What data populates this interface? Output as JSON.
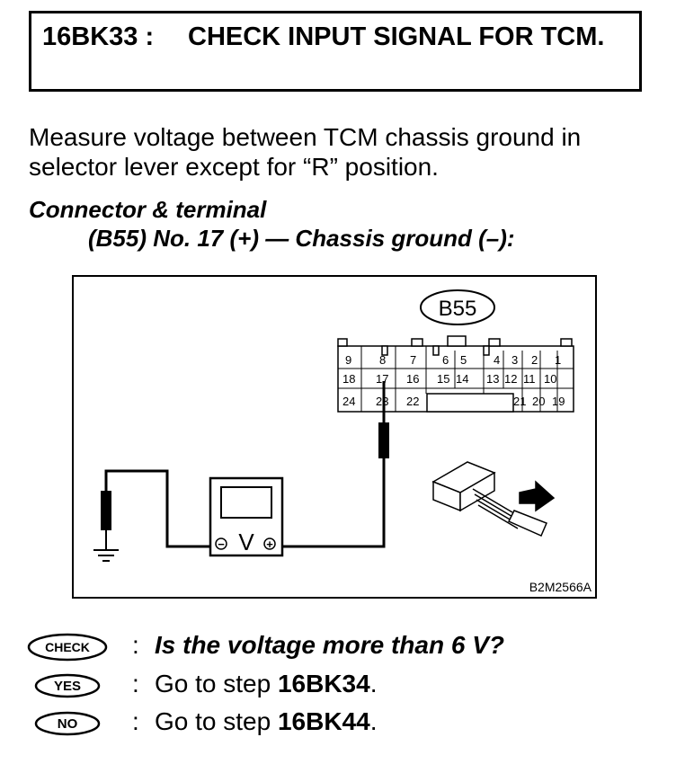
{
  "step": {
    "id": "16BK33 :",
    "title": "CHECK INPUT SIGNAL FOR TCM."
  },
  "instruction": "Measure voltage between TCM chassis ground in selector lever except for “R” position.",
  "connector": {
    "heading": "Connector & terminal",
    "detail": "(B55) No. 17 (+) — Chassis ground (–):"
  },
  "figure": {
    "connector_label": "B55",
    "figure_code": "B2M2566A",
    "meter_symbol": "V",
    "minus": "−",
    "plus": "+",
    "pins_row1": [
      "9",
      "8",
      "7",
      "6",
      "5",
      "4",
      "3",
      "2",
      "1"
    ],
    "pins_row2": [
      "18",
      "17",
      "16",
      "15",
      "14",
      "13",
      "12",
      "11",
      "10"
    ],
    "pins_row3": [
      "24",
      "23",
      "22",
      "21",
      "20",
      "19"
    ]
  },
  "results": [
    {
      "badge": "CHECK",
      "colon": ":",
      "text": "Is the voltage more than 6 V?"
    },
    {
      "badge": "YES",
      "colon": ":",
      "text_prefix": "Go to step ",
      "step": "16BK34",
      "suffix": "."
    },
    {
      "badge": "NO",
      "colon": ":",
      "text_prefix": "Go to step ",
      "step": "16BK44",
      "suffix": "."
    }
  ]
}
